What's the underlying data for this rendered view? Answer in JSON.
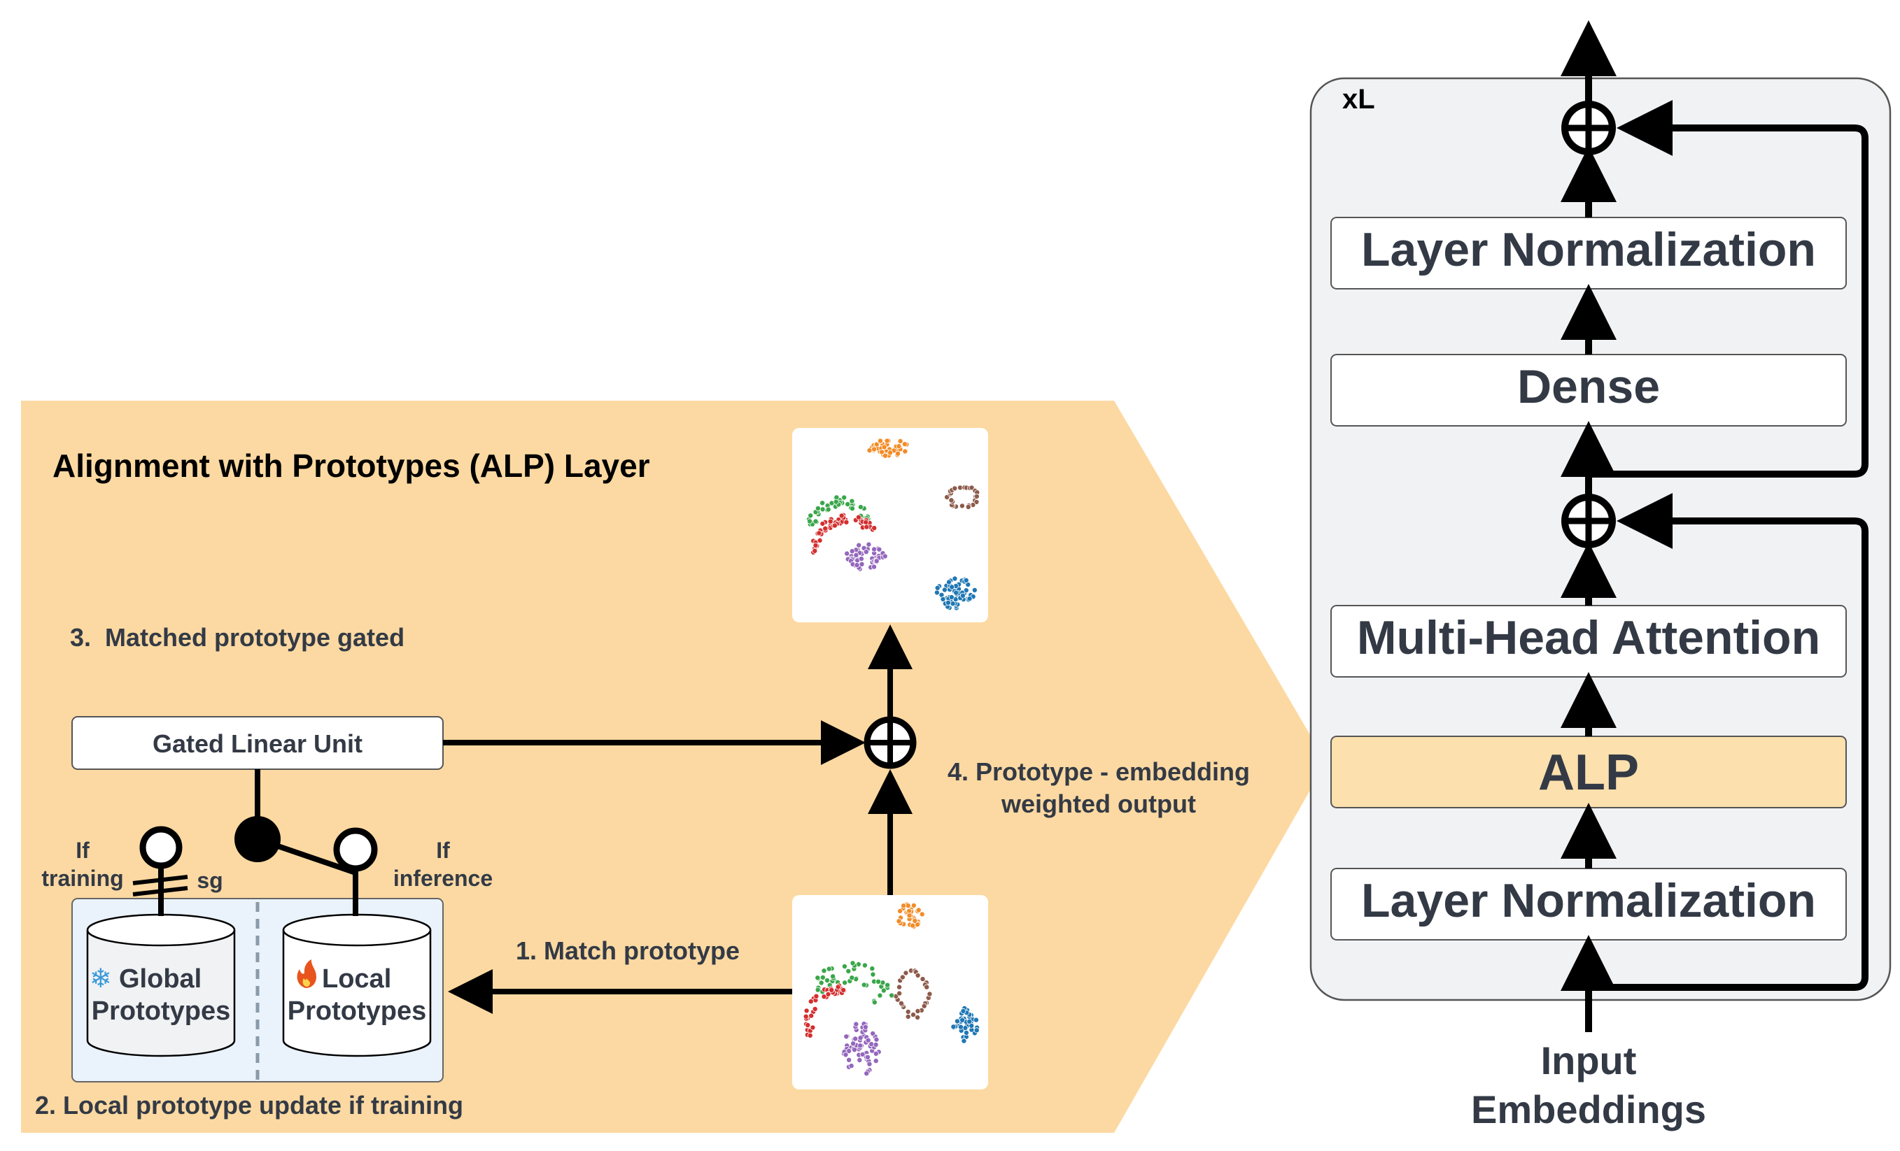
{
  "alp_panel": {
    "title": "Alignment with Prototypes (ALP) Layer",
    "step3": "3.  Matched prototype gated",
    "glu_label": "Gated Linear Unit",
    "step4_line1": "4. Prototype - embedding",
    "step4_line2": "weighted output",
    "if_training_1": "If",
    "if_training_2": "training",
    "sg_label": "sg",
    "if_inference_1": "If",
    "if_inference_2": "inference",
    "step1": "1. Match prototype",
    "step2": "2. Local prototype update if training",
    "global_line1": "Global",
    "global_line2": "Prototypes",
    "local_line1": "Local",
    "local_line2": "Prototypes",
    "snowflake_icon": "❄",
    "fire_icon": "🔥"
  },
  "transformer": {
    "repeat_label": "xL",
    "blocks": [
      "Layer Normalization",
      "Dense",
      "Multi-Head Attention",
      "ALP",
      "Layer Normalization"
    ],
    "input_line1": "Input",
    "input_line2": "Embeddings"
  },
  "colors": {
    "panel_bg": "#fcd9a2",
    "alp_block": "#fce0ad",
    "prototype_bg": "#eaf2fb",
    "transformer_bg": "#f1f2f4",
    "text_dark": "#333a45",
    "cluster_orange": "#f28c28",
    "cluster_brown": "#8c5a4a",
    "cluster_green": "#3aa64a",
    "cluster_red": "#d32f2f",
    "cluster_purple": "#9467bd",
    "cluster_blue": "#1f77b4"
  }
}
